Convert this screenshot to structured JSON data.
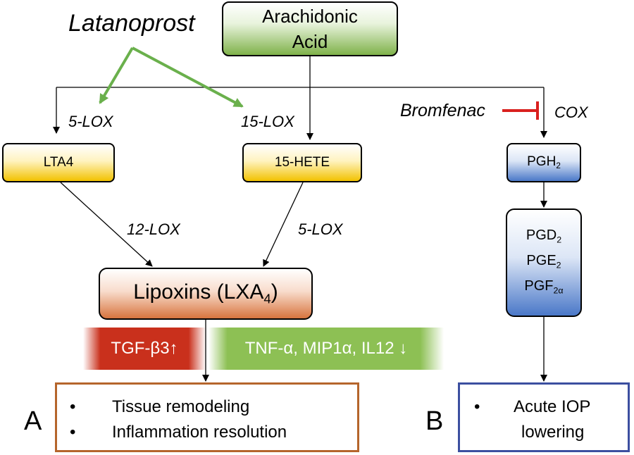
{
  "nodes": {
    "arachidonic_line1": "Arachidonic",
    "arachidonic_line2": "Acid",
    "lta4": "LTA4",
    "hete15": "15-HETE",
    "pgh_main": "PGH",
    "pgh_sub": "2",
    "lipoxins_main": "Lipoxins (LXA",
    "lipoxins_sub": "4",
    "lipoxins_end": ")",
    "pgd_main": "PGD",
    "pgd_sub": "2",
    "pge_main": "PGE",
    "pge_sub": "2",
    "pgf_main": "PGF",
    "pgf_sub": "2α"
  },
  "enzymes": {
    "lox5_left": "5-LOX",
    "lox15": "15-LOX",
    "cox": "COX",
    "lox12": "12-LOX",
    "lox5_right": "5-LOX"
  },
  "drugs": {
    "latanoprost": "Latanoprost",
    "bromfenac": "Bromfenac"
  },
  "banners": {
    "tgf": "TGF-β3↑",
    "tnf": "TNF-α, MIP1α, IL12 ↓"
  },
  "outcomes": {
    "a_label": "A",
    "b_label": "B",
    "a_items": [
      "Tissue remodeling",
      "Inflammation resolution"
    ],
    "b_item_line1": "Acute IOP",
    "b_item_line2": "lowering",
    "bullet": "•"
  },
  "colors": {
    "latanoprost_arrow": "#6ab04c",
    "bromfenac_inhibit": "#d9201e",
    "outcome_a_border": "#b5652c",
    "outcome_b_border": "#3c4fa0",
    "tgf_banner": "#c9301c",
    "tnf_banner": "#8dc054"
  }
}
